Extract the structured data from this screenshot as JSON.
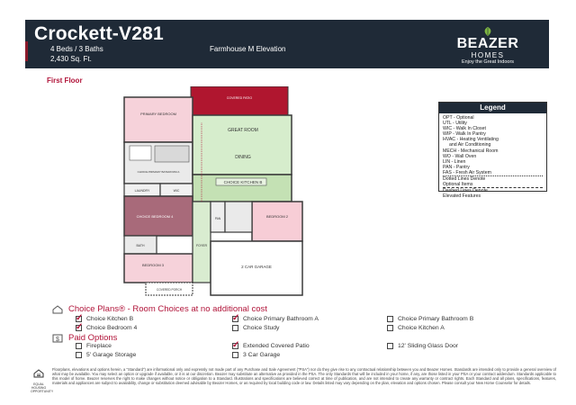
{
  "header": {
    "title": "Crockett-V281",
    "beds_baths": "4 Beds / 3 Baths",
    "sqft": "2,430 Sq. Ft.",
    "elevation": "Farmhouse M Elevation",
    "brand_name": "BEAZER",
    "brand_sub": "HOMES",
    "brand_tagline": "Enjoy the Great Indoors",
    "accent": "#8b1a2b",
    "bg": "#1f2a37"
  },
  "floor_label": "First Floor",
  "rooms": {
    "covered_patio": "COVERED PATIO",
    "primary_bedroom": "PRIMARY BEDROOM",
    "choice_primary_bath": "CHOICE PRIMARY BATHROOM A",
    "great_room": "GREAT ROOM",
    "dining": "DINING",
    "choice_kitchen": "CHOICE KITCHEN B",
    "laundry": "LAUNDRY",
    "choice_bedroom4": "CHOICE BEDROOM 4",
    "bedroom2": "BEDROOM 2",
    "bath": "BATH",
    "foyer": "FOYER",
    "bedroom3": "BEDROOM 3",
    "garage": "2 CAR GARAGE",
    "covered_porch": "COVERED PORCH",
    "pan": "PAN",
    "wic": "WIC"
  },
  "legend": {
    "title": "Legend",
    "items": [
      "OPT - Optional",
      "UTL - Utility",
      "WIC - Walk In Closet",
      "WIP - Walk In Pantry",
      "HVAC - Heating Ventilating",
      "and Air Conditioning",
      "MECH - Mechanical Room",
      "WO - Wall Oven",
      "LIN - Linen",
      "PAN - Pantry",
      "FAS - Fresh Air System",
      "Dotted Lines Denote",
      "Optional Items",
      "Dashed Lines Denote",
      "Elevated Features"
    ]
  },
  "choice_plans": {
    "title": "Choice Plans® - Room Choices at no additional cost",
    "options": [
      {
        "label": "Choice Kitchen B",
        "checked": true
      },
      {
        "label": "Choice Primary Bathroom A",
        "checked": true
      },
      {
        "label": "Choice Primary Bathroom B",
        "checked": false
      },
      {
        "label": "Choice Bedroom 4",
        "checked": true
      },
      {
        "label": "Choice Study",
        "checked": false
      },
      {
        "label": "Choice Kitchen A",
        "checked": false
      }
    ]
  },
  "paid_options": {
    "title": "Paid Options",
    "options": [
      {
        "label": "Fireplace",
        "checked": false
      },
      {
        "label": "Extended Covered Patio",
        "checked": true
      },
      {
        "label": "12' Sliding Glass Door",
        "checked": false
      },
      {
        "label": "5' Garage Storage",
        "checked": false
      },
      {
        "label": "3 Car Garage",
        "checked": false
      }
    ]
  },
  "footer_text": "Floorplans, elevations and options herein, a \"Standard\") are informational only and expressly not made part of any Purchase and Sale Agreement (\"PSA\") nor do they give rise to any contractual relationship between you and Beazer Homes. Standards are intended only to provide a general overview of what may be available. You may select an option or upgrade if available, or it is at our discretion. Beazer may substitute an alternative as provided in the PSA. The only Standards that will be included in your home, if any, are those listed in your PSA or your contract addendum. Standards applicable to this model of home. Beazer reserves the right to make changes without notice or obligation to a Standard. Illustrations and specifications are believed correct at time of publication, and are not intended to create any warranty or contract rights. Each Standard and all plans, specifications, features, materials and appliances are subject to availability, change or substitution deemed advisable by Beazer Homes, or as required by local building code or law. Details listed may vary depending on the plan, elevation and options chosen. Please consult your New Home Counselor for details.",
  "eho": "EQUAL HOUSING OPPORTUNITY",
  "colors": {
    "primary_bed": "#f6d2da",
    "great_room": "#d6edcc",
    "kitchen": "#c4e1b4",
    "bedroom_choice": "#a86a7a",
    "bedroom2": "#f7cdd6",
    "patio": "#b0162f",
    "foyer": "#d9ecd0",
    "wall": "#3a3a3a"
  }
}
